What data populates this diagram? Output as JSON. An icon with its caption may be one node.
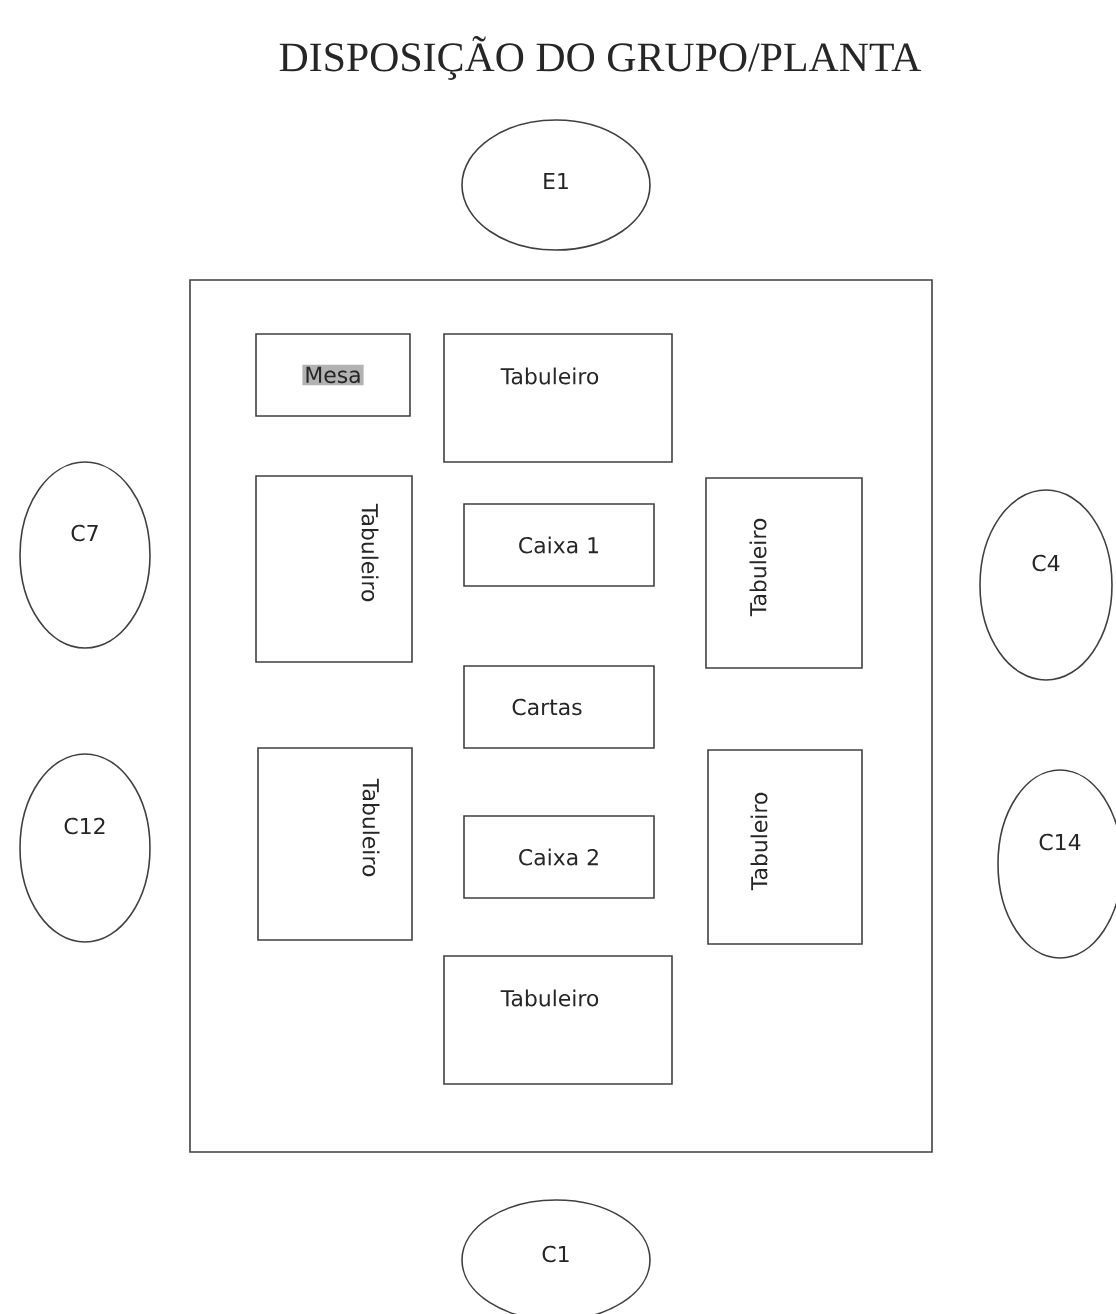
{
  "diagram": {
    "title": "DISPOSIÇÃO DO GRUPO/PLANTA",
    "nodes": [
      {
        "text": [
          "E1"
        ]
      },
      {
        "text": [],
        "shape": "box"
      },
      {
        "text": [
          "Mesa"
        ],
        "in": 1
      },
      {
        "text": [
          "Tabuleiro"
        ],
        "in": 1
      },
      {
        "text": [
          "C7"
        ]
      },
      {
        "text": [
          "Tabuleiro"
        ],
        "in": 1
      },
      {
        "text": [
          "Caixa 1"
        ],
        "in": 1
      },
      {
        "text": [
          "Tabuleiro"
        ],
        "in": 1
      },
      {
        "text": [
          "C4"
        ]
      },
      {
        "text": [
          "Cartas"
        ],
        "in": 1
      },
      {
        "text": [
          "C12"
        ]
      },
      {
        "text": [
          "Tabuleiro"
        ],
        "in": 1
      },
      {
        "text": [
          "Caixa 2"
        ],
        "in": 1
      },
      {
        "text": [
          "Tabuleiro"
        ],
        "in": 1
      },
      {
        "text": [
          "C14"
        ]
      },
      {
        "text": [
          "Tabuleiro"
        ],
        "in": 1
      },
      {
        "text": [
          "C1"
        ]
      }
    ]
  }
}
